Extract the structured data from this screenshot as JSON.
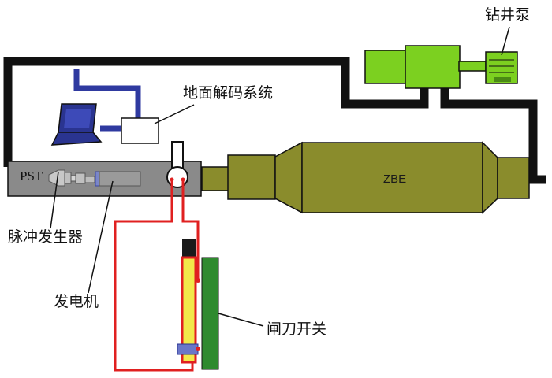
{
  "labels": {
    "drill_pump": "钻井泵",
    "surface_decoding_system": "地面解码系统",
    "pst": "PST",
    "zbe": "ZBE",
    "pulse_generator": "脉冲发生器",
    "generator": "发电机",
    "knife_switch": "闸刀开关"
  },
  "colors": {
    "pipe": "#111111",
    "signal_cable": "#2f3aa0",
    "wire": "#e02020",
    "tool_body": "#8a8a8a",
    "zbe_body": "#8a8c2c",
    "pump": "#7cd020",
    "switch_handle": "#f2e84a",
    "switch_board": "#2f8a2f"
  }
}
